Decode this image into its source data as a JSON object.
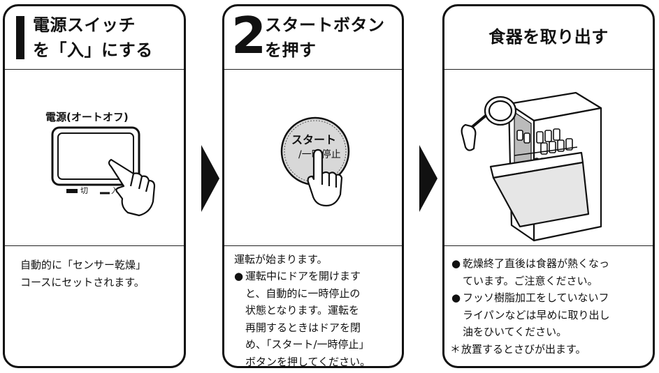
{
  "step1": {
    "title_line1": "電源スイッチ",
    "title_line2": "を「入」にする",
    "figure_label": "電源(オートオフ)",
    "switch_off_label": "切",
    "switch_on_label": "入",
    "description": [
      "自動的に「センサー乾燥」",
      "コースにセットされます。"
    ]
  },
  "step2": {
    "number": "2",
    "title_line1": "スタートボタン",
    "title_line2": "を押す",
    "button_text_line1": "スタート",
    "button_text_line2": "/一時停止",
    "lead": "運転が始まります。",
    "bullet_marker": "●",
    "bullet_lines": [
      "運転中にドアを開けます",
      "と、自動的に一時停止の",
      "状態となります。運転を",
      "再開するときはドアを閉",
      "め、「スタート/一時停止」",
      "ボタンを押してください。"
    ]
  },
  "step3": {
    "title": "食器を取り出す",
    "bullet_marker": "●",
    "note_marker": "＊",
    "bullet1_lines": [
      "乾燥終了直後は食器が熱くなっ",
      "ています。ご注意ください。"
    ],
    "bullet2_lines": [
      "フッソ樹脂加工をしていないフ",
      "ライパンなどは早めに取り出し",
      "油をひいてください。"
    ],
    "note": "放置するとさびが出ます。"
  }
}
